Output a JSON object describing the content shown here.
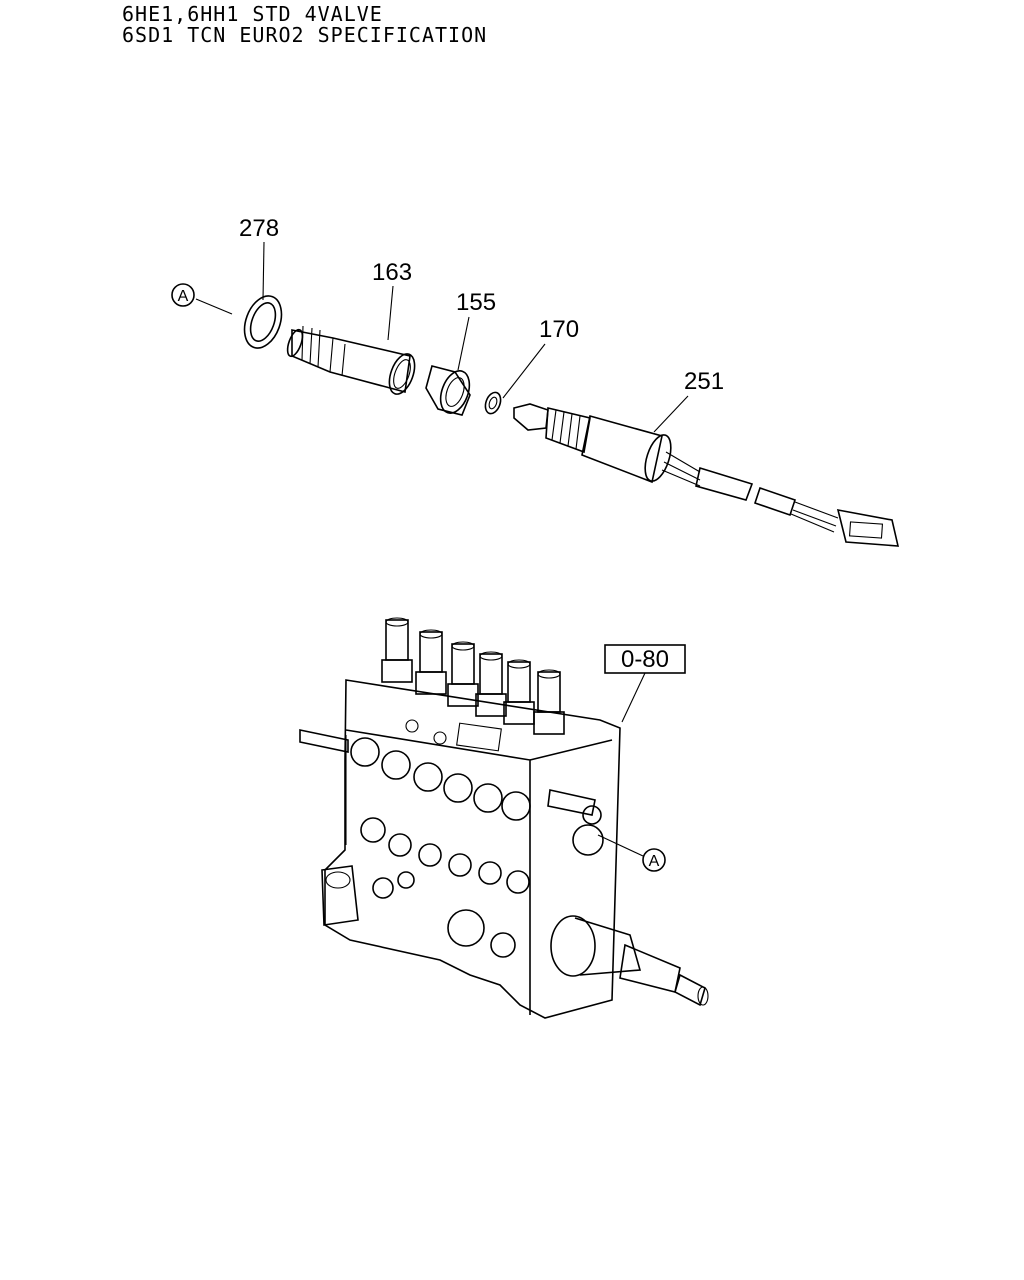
{
  "header": {
    "line1": "6HE1,6HH1 STD 4VALVE",
    "line2": "6SD1 TCN EURO2 SPECIFICATION"
  },
  "callouts": {
    "p278": "278",
    "p163": "163",
    "p155": "155",
    "p170": "170",
    "p251": "251",
    "ref": "0-80"
  },
  "markers": {
    "a_top": "A",
    "a_pump": "A"
  }
}
